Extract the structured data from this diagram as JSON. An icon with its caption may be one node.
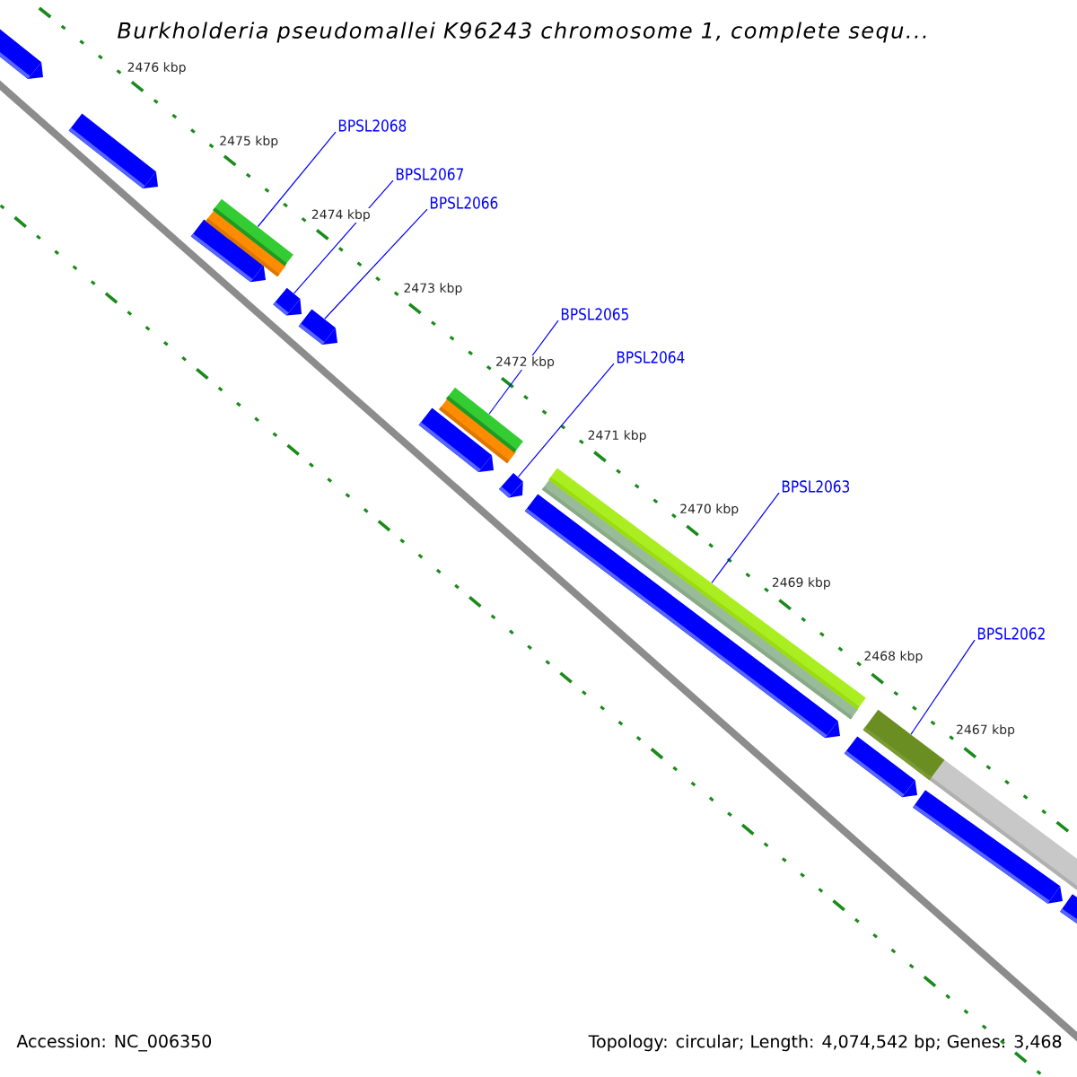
{
  "diagram": {
    "title": "Burkholderia pseudomallei K96243 chromosome 1, complete sequ...",
    "nodes": [
      {
        "text": [
          "BPSL2068"
        ]
      },
      {
        "text": [
          "BPSL2067"
        ]
      },
      {
        "text": [
          "BPSL2066"
        ]
      },
      {
        "text": [
          "BPSL2065"
        ]
      },
      {
        "text": [
          "BPSL2064"
        ]
      },
      {
        "text": [
          "BPSL2063"
        ]
      },
      {
        "text": [
          "BPSL2062"
        ]
      },
      {
        "text": [],
        "shape": "bar"
      },
      {
        "text": [],
        "shape": "arrow"
      },
      {
        "text": [],
        "shape": "arrow"
      },
      {
        "text": [],
        "shape": "bar"
      },
      {
        "text": [],
        "shape": "arrow"
      },
      {
        "text": [],
        "shape": "bar"
      },
      {
        "text": [],
        "shape": "bar"
      }
    ],
    "edges": [
      {
        "from": 0,
        "to": 7,
        "arrow": "none"
      },
      {
        "from": 1,
        "to": 8,
        "arrow": "none"
      },
      {
        "from": 2,
        "to": 9,
        "arrow": "none"
      },
      {
        "from": 3,
        "to": 10,
        "arrow": "none"
      },
      {
        "from": 4,
        "to": 11,
        "arrow": "none"
      },
      {
        "from": 5,
        "to": 12,
        "arrow": "none"
      },
      {
        "from": 6,
        "to": 13,
        "arrow": "none"
      }
    ],
    "labels": [
      "2476 kbp",
      "2475 kbp",
      "2474 kbp",
      "2473 kbp",
      "2472 kbp",
      "2471 kbp",
      "2470 kbp",
      "2469 kbp",
      "2468 kbp",
      "2467 kbp",
      "Accession: NC_006350",
      "Topology: circular; Length: 4,074,542 bp; Genes: 3,468"
    ]
  }
}
